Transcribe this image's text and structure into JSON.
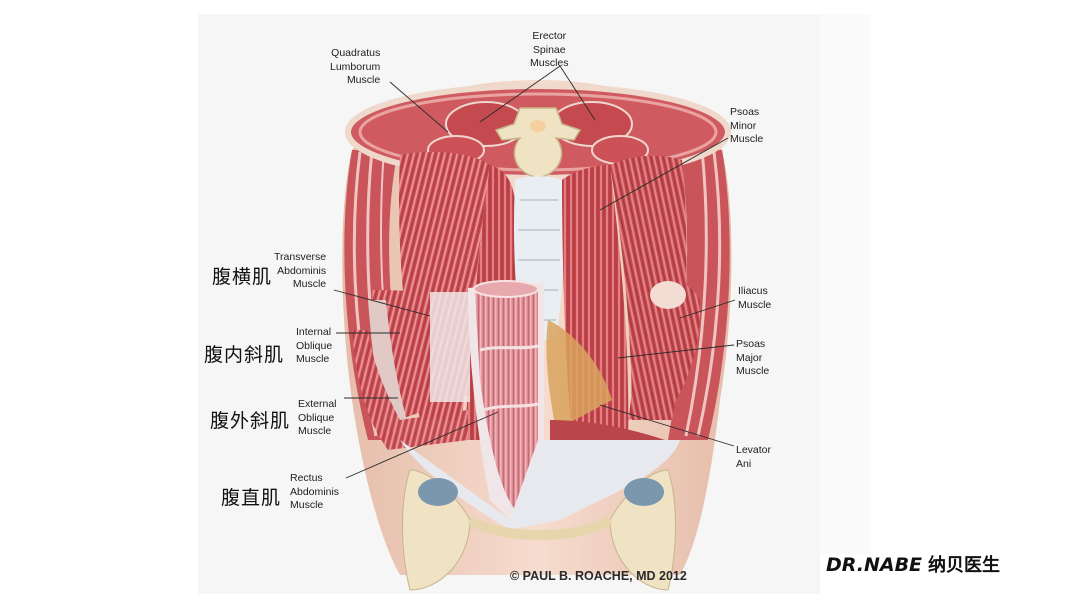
{
  "labels": {
    "erector_spinae": "Erector\nSpinae\nMuscles",
    "quadratus_lumborum": "Quadratus\nLumborum\nMuscle",
    "psoas_minor": "Psoas\nMinor\nMuscle",
    "transverse_abdominis": "Transverse\nAbdominis\nMuscle",
    "internal_oblique": "Internal\nOblique\nMuscle",
    "external_oblique": "External\nOblique\nMuscle",
    "rectus_abdominis": "Rectus\nAbdominis\nMuscle",
    "iliacus": "Iliacus\nMuscle",
    "psoas_major": "Psoas\nMajor\nMuscle",
    "levator_ani": "Levator\nAni"
  },
  "chinese_labels": {
    "transverse": "腹横肌",
    "internal_oblique": "腹内斜肌",
    "external_oblique": "腹外斜肌",
    "rectus": "腹直肌"
  },
  "copyright": "© PAUL B. ROACHE, MD 2012",
  "brand": {
    "latin": "DR.NABE",
    "chinese": "纳贝医生"
  },
  "colors": {
    "muscle": "#c8555a",
    "muscle_light": "#e08a8a",
    "skin": "#f1d2c4",
    "bone": "#efe3c4",
    "fascia": "#eef0f4",
    "leader": "#2a2a2a"
  }
}
